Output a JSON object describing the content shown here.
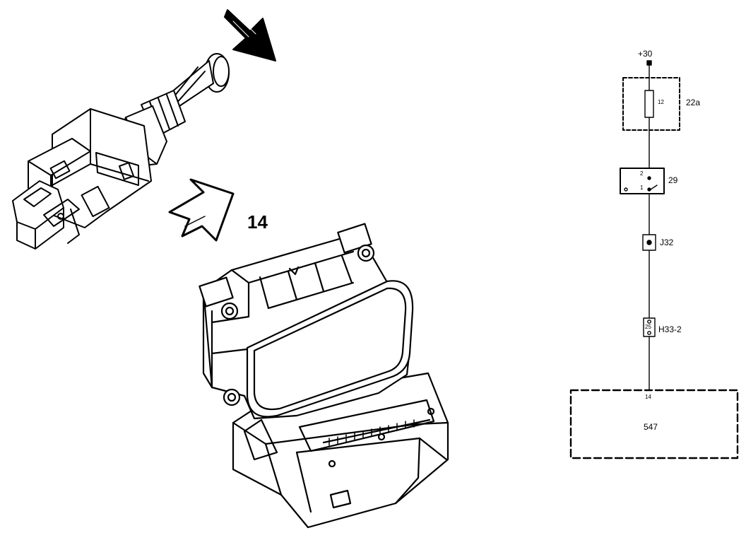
{
  "callout_number": "14",
  "schematic": {
    "supply_label": "+30",
    "fuse_box_label": "22a",
    "fuse_number": "12",
    "switch_label": "29",
    "switch_pin_top": "2",
    "switch_pin_bottom": "1",
    "junction_label": "J32",
    "connector_label": "H33-2",
    "connector_pin": "25",
    "ecu_pin": "14",
    "ecu_label": "547"
  },
  "colors": {
    "ink": "#000000",
    "paper": "#ffffff"
  }
}
